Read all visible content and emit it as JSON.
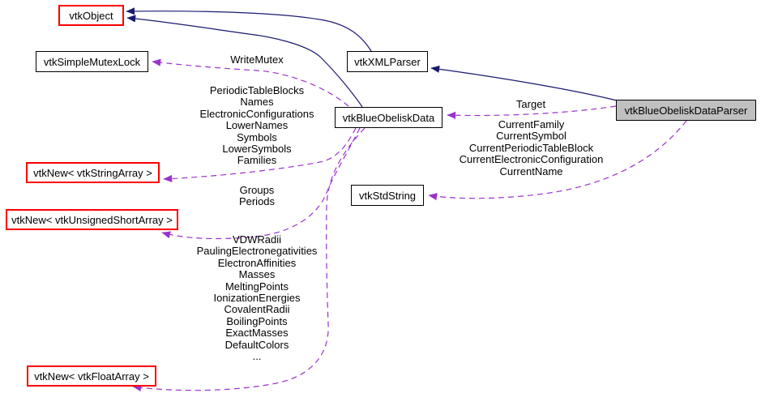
{
  "diagram": {
    "type": "doxygen-collaboration-graph",
    "current_class": "vtkBlueObeliskDataParser",
    "colors": {
      "inheritance_edge": "#191970",
      "usage_edge": "#9a32cd",
      "node_border": "#000000",
      "truncated_node_border": "#ff0000",
      "current_node_fill": "#c0c0c0",
      "node_fill": "#ffffff",
      "text": "#000000",
      "background": "#ffffff"
    }
  },
  "nodes": {
    "vtkObject": {
      "label": "vtkObject"
    },
    "vtkSimpleMutexLock": {
      "label": "vtkSimpleMutexLock"
    },
    "vtkXMLParser": {
      "label": "vtkXMLParser"
    },
    "vtkBlueObeliskData": {
      "label": "vtkBlueObeliskData"
    },
    "vtkBlueObeliskDataParser": {
      "label": "vtkBlueObeliskDataParser"
    },
    "vtkNewStringArray": {
      "label": "vtkNew< vtkStringArray >"
    },
    "vtkNewUnsignedShortArray": {
      "label": "vtkNew< vtkUnsignedShortArray >"
    },
    "vtkStdString": {
      "label": "vtkStdString"
    },
    "vtkNewFloatArray": {
      "label": "vtkNew< vtkFloatArray >"
    }
  },
  "edge_labels": {
    "write_mutex": {
      "lines": [
        "WriteMutex"
      ]
    },
    "string_arrays": {
      "lines": [
        "PeriodicTableBlocks",
        "Names",
        "ElectronicConfigurations",
        "LowerNames",
        "Symbols",
        "LowerSymbols",
        "Families"
      ]
    },
    "ushort_arrays": {
      "lines": [
        "Groups",
        "Periods"
      ]
    },
    "float_arrays": {
      "lines": [
        "VDWRadii",
        "PaulingElectronegativities",
        "ElectronAffinities",
        "Masses",
        "MeltingPoints",
        "IonizationEnergies",
        "CovalentRadii",
        "BoilingPoints",
        "ExactMasses",
        "DefaultColors",
        "..."
      ]
    },
    "target": {
      "lines": [
        "Target"
      ]
    },
    "current_strings": {
      "lines": [
        "CurrentFamily",
        "CurrentSymbol",
        "CurrentPeriodicTableBlock",
        "CurrentElectronicConfiguration",
        "CurrentName"
      ]
    }
  }
}
